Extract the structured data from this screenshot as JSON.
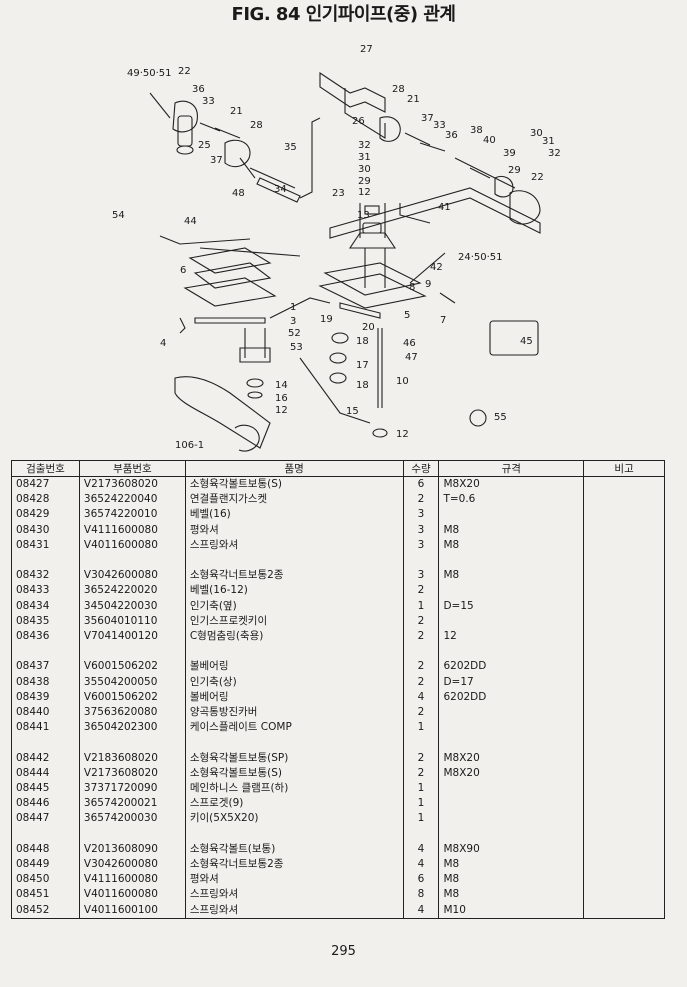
{
  "page": {
    "title": "FIG. 84 인기파이프(중) 관계",
    "page_number": "295"
  },
  "diagram": {
    "callouts": [
      "49·50·51",
      "22",
      "36",
      "33",
      "25",
      "37",
      "21",
      "28",
      "35",
      "34",
      "48",
      "27",
      "26",
      "28",
      "21",
      "37",
      "33",
      "36",
      "38",
      "40",
      "30",
      "31",
      "32",
      "39",
      "29",
      "22",
      "32",
      "31",
      "30",
      "29",
      "12",
      "13",
      "23",
      "41",
      "42",
      "24·50·51",
      "54",
      "44",
      "6",
      "1",
      "3",
      "52",
      "53",
      "4",
      "9",
      "8",
      "7",
      "5",
      "19",
      "20",
      "18",
      "46",
      "47",
      "17",
      "18",
      "10",
      "15",
      "12",
      "14",
      "16",
      "12",
      "106-1",
      "45",
      "55"
    ]
  },
  "table": {
    "headers": [
      "검출번호",
      "부품번호",
      "품명",
      "수량",
      "규격",
      "비고"
    ],
    "groups": [
      [
        {
          "no": "08427",
          "part": "V2173608020",
          "name": "소형육각볼트보통(S)",
          "qty": "6",
          "spec": "M8X20",
          "note": ""
        },
        {
          "no": "08428",
          "part": "36524220040",
          "name": "연결플랜지가스켓",
          "qty": "2",
          "spec": "T=0.6",
          "note": ""
        },
        {
          "no": "08429",
          "part": "36574220010",
          "name": "베벨(16)",
          "qty": "3",
          "spec": "",
          "note": ""
        },
        {
          "no": "08430",
          "part": "V4111600080",
          "name": "평와셔",
          "qty": "3",
          "spec": "M8",
          "note": ""
        },
        {
          "no": "08431",
          "part": "V4011600080",
          "name": "스프링와셔",
          "qty": "3",
          "spec": "M8",
          "note": ""
        }
      ],
      [
        {
          "no": "08432",
          "part": "V3042600080",
          "name": "소형육각너트보통2종",
          "qty": "3",
          "spec": "M8",
          "note": ""
        },
        {
          "no": "08433",
          "part": "36524220020",
          "name": "베벨(16-12)",
          "qty": "2",
          "spec": "",
          "note": ""
        },
        {
          "no": "08434",
          "part": "34504220030",
          "name": "인기축(옆)",
          "qty": "1",
          "spec": "D=15",
          "note": ""
        },
        {
          "no": "08435",
          "part": "35604010110",
          "name": "인기스프로켓키이",
          "qty": "2",
          "spec": "",
          "note": ""
        },
        {
          "no": "08436",
          "part": "V7041400120",
          "name": "C형멈춤링(축용)",
          "qty": "2",
          "spec": "12",
          "note": ""
        }
      ],
      [
        {
          "no": "08437",
          "part": "V6001506202",
          "name": "볼베어링",
          "qty": "2",
          "spec": "6202DD",
          "note": ""
        },
        {
          "no": "08438",
          "part": "35504200050",
          "name": "인기축(상)",
          "qty": "2",
          "spec": "D=17",
          "note": ""
        },
        {
          "no": "08439",
          "part": "V6001506202",
          "name": "볼베어링",
          "qty": "4",
          "spec": "6202DD",
          "note": ""
        },
        {
          "no": "08440",
          "part": "37563620080",
          "name": "양곡통방진카버",
          "qty": "2",
          "spec": "",
          "note": ""
        },
        {
          "no": "08441",
          "part": "36504202300",
          "name": "케이스플레이트 COMP",
          "qty": "1",
          "spec": "",
          "note": ""
        }
      ],
      [
        {
          "no": "08442",
          "part": "V2183608020",
          "name": "소형육각볼트보통(SP)",
          "qty": "2",
          "spec": "M8X20",
          "note": ""
        },
        {
          "no": "08444",
          "part": "V2173608020",
          "name": "소형육각볼트보통(S)",
          "qty": "2",
          "spec": "M8X20",
          "note": ""
        },
        {
          "no": "08445",
          "part": "37371720090",
          "name": "메인하니스 클램프(하)",
          "qty": "1",
          "spec": "",
          "note": ""
        },
        {
          "no": "08446",
          "part": "36574200021",
          "name": "스프로겟(9)",
          "qty": "1",
          "spec": "",
          "note": ""
        },
        {
          "no": "08447",
          "part": "36574200030",
          "name": "키이(5X5X20)",
          "qty": "1",
          "spec": "",
          "note": ""
        }
      ],
      [
        {
          "no": "08448",
          "part": "V2013608090",
          "name": "소형육각볼트(보통)",
          "qty": "4",
          "spec": "M8X90",
          "note": ""
        },
        {
          "no": "08449",
          "part": "V3042600080",
          "name": "소형육각너트보통2종",
          "qty": "4",
          "spec": "M8",
          "note": ""
        },
        {
          "no": "08450",
          "part": "V4111600080",
          "name": "평와셔",
          "qty": "6",
          "spec": "M8",
          "note": ""
        },
        {
          "no": "08451",
          "part": "V4011600080",
          "name": "스프링와셔",
          "qty": "8",
          "spec": "M8",
          "note": ""
        },
        {
          "no": "08452",
          "part": "V4011600100",
          "name": "스프링와셔",
          "qty": "4",
          "spec": "M10",
          "note": ""
        }
      ]
    ]
  }
}
